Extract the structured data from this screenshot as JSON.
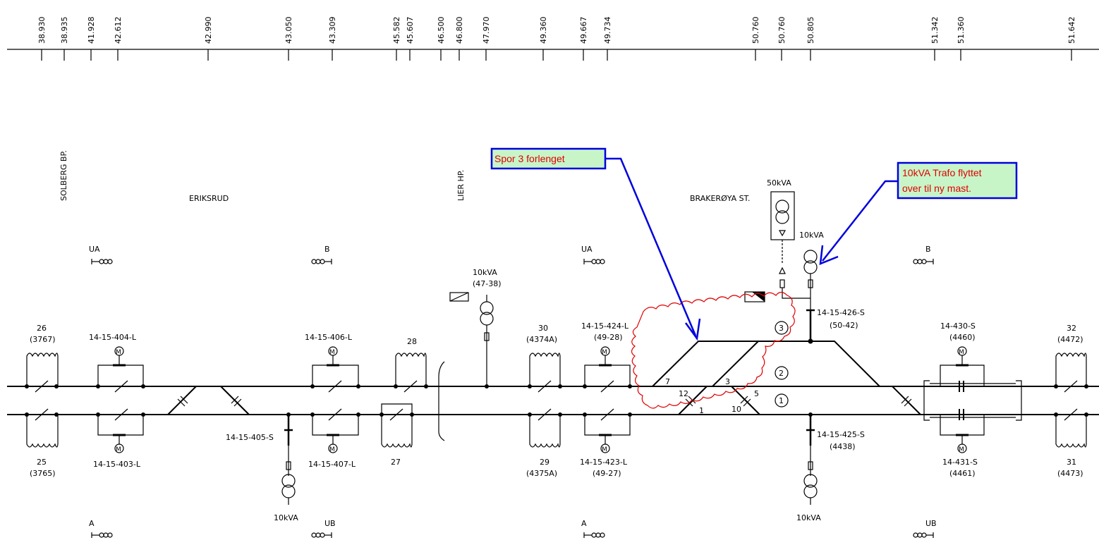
{
  "km_marks": [
    "38.930",
    "38.935",
    "41.928",
    "42.612",
    "42.990",
    "43.050",
    "43.309",
    "45.582",
    "45.607",
    "46.500",
    "46.800",
    "47.970",
    "49.360",
    "49.667",
    "49.734",
    "50.760",
    "50.760",
    "50.805",
    "51.342",
    "51.360",
    "51.642"
  ],
  "stations": {
    "solberg": "SOLBERG BP.",
    "eriksrud": "ERIKSRUD",
    "lier": "LIER HP.",
    "brakeroya": "BRAKERØYA ST."
  },
  "feeders": {
    "ua_left": "UA",
    "b_left": "B",
    "ua_mid": "UA",
    "b_right": "B",
    "a_left": "A",
    "ub_left": "UB",
    "a_mid": "A",
    "ub_right": "UB"
  },
  "sections": {
    "s26": "26",
    "s26_code": "(3767)",
    "s25": "25",
    "s25_code": "(3765)",
    "s28": "28",
    "s27": "27",
    "s30": "30",
    "s30_code": "(4374A)",
    "s29": "29",
    "s29_code": "(4375A)",
    "s32": "32",
    "s32_code": "(4472)",
    "s31": "31",
    "s31_code": "(4473)"
  },
  "switches": {
    "sw404": "14-15-404-L",
    "sw403": "14-15-403-L",
    "sw406": "14-15-406-L",
    "sw407": "14-15-407-L",
    "sw405": "14-15-405-S",
    "sw424": "14-15-424-L",
    "sw424_code": "(49-28)",
    "sw423": "14-15-423-L",
    "sw423_code": "(49-27)",
    "sw426": "14-15-426-S",
    "sw426_code": "(50-42)",
    "sw425": "14-15-425-S",
    "sw425_code": "(4438)",
    "sw430": "14-430-S",
    "sw430_code": "(4460)",
    "sw431": "14-431-S",
    "sw431_code": "(4461)"
  },
  "motor": "M",
  "transformers": {
    "t_lier": "10kVA",
    "t_lier_code": "(47-38)",
    "t_405": "10kVA",
    "t_50": "50kVA",
    "t_426": "10kVA",
    "t_425": "10kVA"
  },
  "tracks": {
    "t1": "1",
    "t2": "2",
    "t3": "3"
  },
  "points": {
    "p7": "7",
    "p3": "3",
    "p12": "12",
    "p1": "1",
    "p10": "10",
    "p5": "5"
  },
  "annotations": {
    "spor3": "Spor 3 forlenget",
    "trafo_line1": "10kVA Trafo flyttet",
    "trafo_line2": "over til ny mast."
  },
  "colors": {
    "note_text": "#e00000",
    "note_bg": "#c8f5c8",
    "note_border": "#0000dd",
    "arrow": "#0000dd",
    "cloud": "#e00000"
  }
}
